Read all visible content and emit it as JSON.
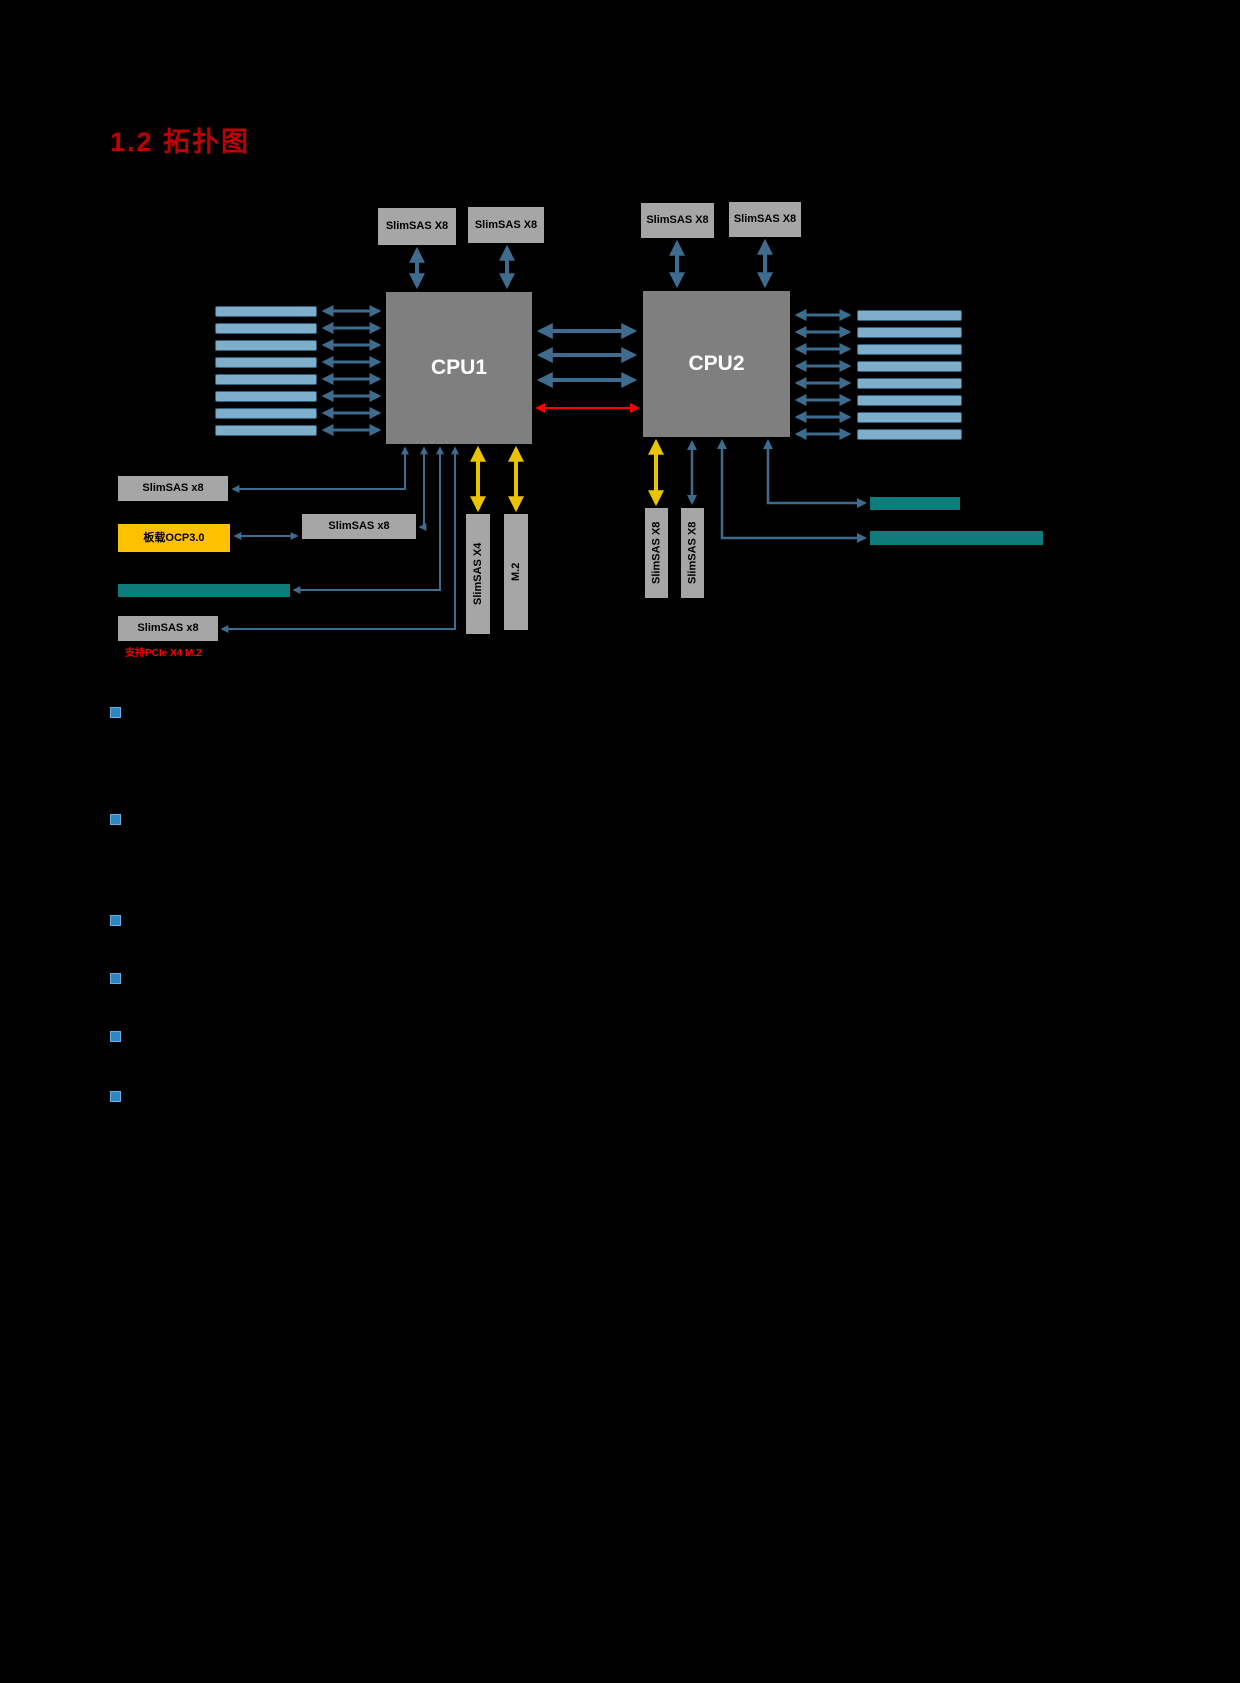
{
  "page": {
    "section_title": "1.2  拓扑图"
  },
  "topology": {
    "cpus": [
      {
        "label": "CPU1"
      },
      {
        "label": "CPU2"
      }
    ],
    "top_ports": [
      {
        "label": "SlimSAS X8"
      },
      {
        "label": "SlimSAS X8"
      },
      {
        "label": "SlimSAS X8"
      },
      {
        "label": "SlimSAS X8"
      }
    ],
    "left_ports": [
      {
        "label": "SlimSAS x8"
      },
      {
        "label": "SlimSAS x8"
      },
      {
        "label": "板载OCP3.0"
      },
      {
        "label": "SlimSAS x8"
      }
    ],
    "cpu1_bottom_ports": [
      {
        "label": "SlimSAS X4"
      },
      {
        "label": "M.2"
      }
    ],
    "cpu2_bottom_ports": [
      {
        "label": "SlimSAS X8"
      },
      {
        "label": "SlimSAS X8"
      }
    ],
    "note": "支持PCIe X4 M.2",
    "dimms": {
      "left_count": 8,
      "right_count": 8
    },
    "interconnect": {
      "cpu_links": 3,
      "extra_red_link": 1
    }
  },
  "colors": {
    "title": "#C00000",
    "cpu_fill": "#7F7F7F",
    "port_fill": "#A6A6A6",
    "ocp_fill": "#FFC000",
    "dimm_fill": "#7FAECB",
    "teal_bar": "#0E7C7B",
    "arrow_blue": "#3E6C8E",
    "arrow_yellow": "#E8C400",
    "arrow_red": "#FF0000",
    "bullet": "#2E86C1"
  },
  "bullets": {
    "count": 6
  }
}
